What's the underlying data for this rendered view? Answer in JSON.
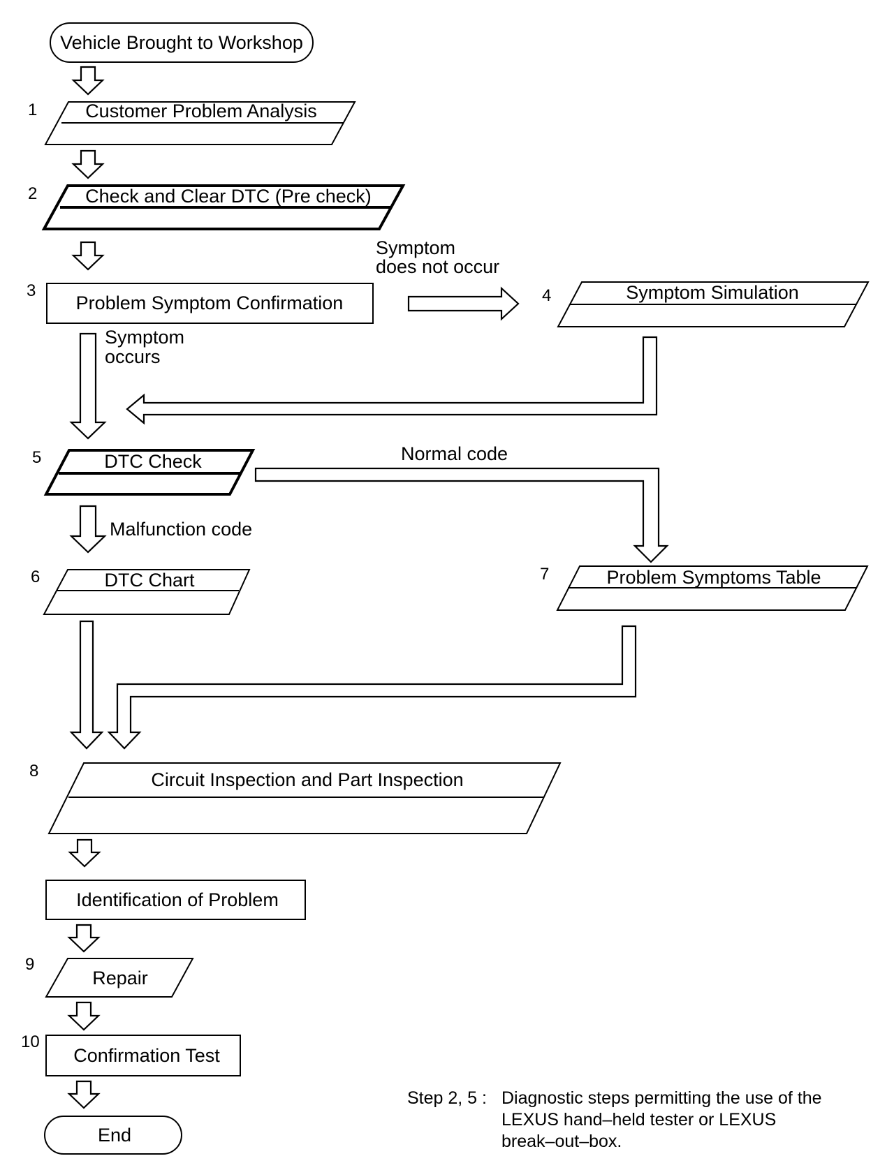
{
  "flowchart": {
    "start": "Vehicle Brought to Workshop",
    "steps": [
      {
        "number": "1",
        "label": "Customer Problem Analysis"
      },
      {
        "number": "2",
        "label": "Check and Clear DTC (Pre check)"
      },
      {
        "number": "3",
        "label": "Problem Symptom Confirmation"
      },
      {
        "number": "4",
        "label": "Symptom Simulation"
      },
      {
        "number": "5",
        "label": "DTC Check"
      },
      {
        "number": "6",
        "label": "DTC Chart"
      },
      {
        "number": "7",
        "label": "Problem Symptoms Table"
      },
      {
        "number": "8",
        "label": "Circuit Inspection and Part Inspection"
      },
      {
        "number": "",
        "label": "Identification of Problem"
      },
      {
        "number": "9",
        "label": "Repair"
      },
      {
        "number": "10",
        "label": "Confirmation Test"
      }
    ],
    "end": "End",
    "branches": {
      "symptom_not_occur_line1": "Symptom",
      "symptom_not_occur_line2": "does not occur",
      "symptom_occurs_line1": "Symptom",
      "symptom_occurs_line2": "occurs",
      "normal_code": "Normal code",
      "malfunction_code": "Malfunction code"
    },
    "note": {
      "ref": "Step 2, 5 :",
      "line1": "Diagnostic steps permitting the use of the",
      "line2": "LEXUS hand–held tester or LEXUS",
      "line3": "break–out–box."
    }
  }
}
